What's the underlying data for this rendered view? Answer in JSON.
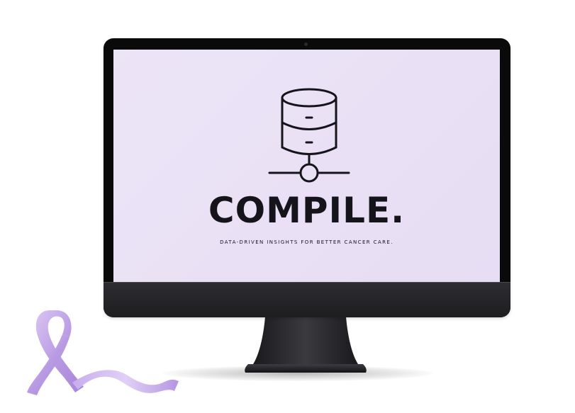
{
  "screen": {
    "brand": "COMPILE.",
    "tagline": "DATA-DRIVEN INSIGHTS FOR BETTER CANCER CARE.",
    "logo_icon": "database-network-icon",
    "background_color": "#ebe3f6",
    "text_color": "#15141b"
  },
  "device": {
    "type": "desktop-monitor",
    "bezel_color": "#0a0a0b",
    "chin_color": "#2a2a2e"
  },
  "decoration": {
    "ribbon_icon": "awareness-ribbon-icon",
    "ribbon_color": "#c9aeea"
  }
}
